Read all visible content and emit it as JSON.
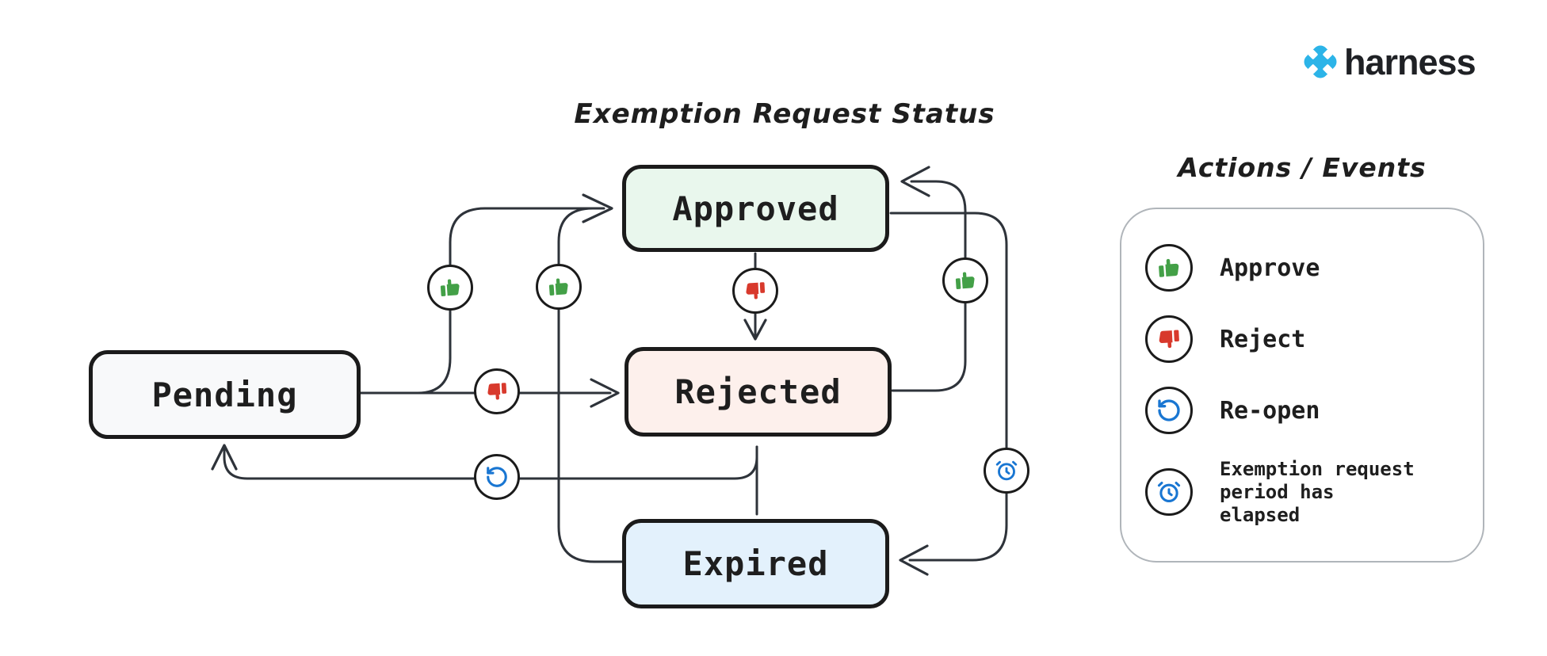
{
  "brand": {
    "name": "harness",
    "logo_color": "#2cb4e8"
  },
  "diagram": {
    "title": "Exemption Request Status",
    "nodes": {
      "pending": {
        "label": "Pending",
        "fill": "#f8f9fa"
      },
      "approved": {
        "label": "Approved",
        "fill": "#e9f7ed"
      },
      "rejected": {
        "label": "Rejected",
        "fill": "#fdf0ec"
      },
      "expired": {
        "label": "Expired",
        "fill": "#e3f1fc"
      }
    },
    "transitions": [
      {
        "from": "Pending",
        "to": "Approved",
        "action": "Approve"
      },
      {
        "from": "Pending",
        "to": "Rejected",
        "action": "Reject"
      },
      {
        "from": "Approved",
        "to": "Rejected",
        "action": "Reject"
      },
      {
        "from": "Rejected",
        "to": "Approved",
        "action": "Approve"
      },
      {
        "from": "Rejected",
        "to": "Pending",
        "action": "Re-open"
      },
      {
        "from": "Rejected",
        "to": "Expired",
        "action": ""
      },
      {
        "from": "Expired",
        "to": "Approved",
        "action": "Approve"
      },
      {
        "from": "Approved",
        "to": "Expired",
        "action": "Exemption request period has elapsed"
      }
    ]
  },
  "legend": {
    "title": "Actions / Events",
    "items": [
      {
        "icon": "thumb-up-icon",
        "label": "Approve"
      },
      {
        "icon": "thumb-down-icon",
        "label": "Reject"
      },
      {
        "icon": "reopen-icon",
        "label": "Re-open"
      },
      {
        "icon": "alarm-clock-icon",
        "label": "Exemption request period has elapsed"
      }
    ]
  },
  "colors": {
    "approve": "#43a047",
    "reject": "#d8392c",
    "info": "#1976d2",
    "edge": "#2e333a",
    "ink": "#1b1b1b",
    "brand": "#2cb4e8",
    "legend-border": "#b0b5ba"
  }
}
